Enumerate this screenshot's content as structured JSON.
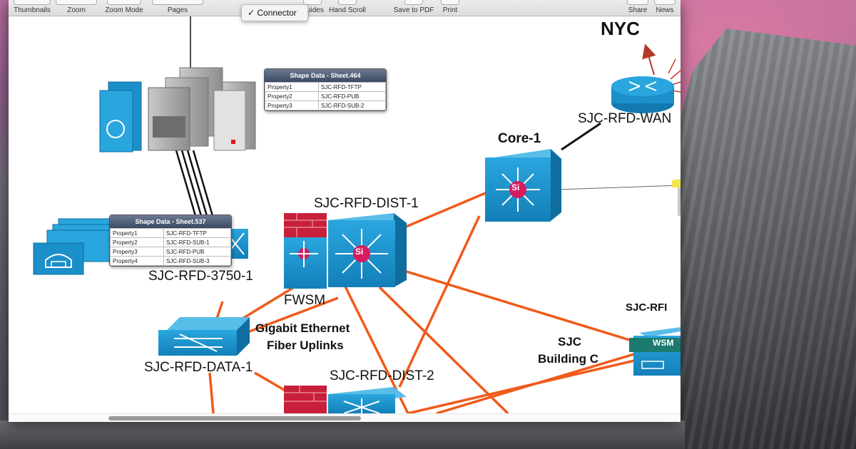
{
  "toolbar": {
    "thumbnails": "Thumbnails",
    "zoom": "Zoom",
    "zoom_mode": "Zoom Mode",
    "pages": "Pages",
    "guides": "Guides",
    "hand_scroll": "Hand Scroll",
    "save_pdf": "Save to PDF",
    "print": "Print",
    "share": "Share",
    "news": "News"
  },
  "popup": {
    "item": "✓ Connector"
  },
  "diagram": {
    "nyc": "NYC",
    "wan": "SJC-RFD-WAN",
    "core": "Core-1",
    "dist1": "SJC-RFD-DIST-1",
    "fwsm": "FWSM",
    "dist2": "SJC-RFD-DIST-2",
    "sw3750": "SJC-RFD-3750-1",
    "data1": "SJC-RFD-DATA-1",
    "uplinks1": "Gigabit Ethernet",
    "uplinks2": "Fiber Uplinks",
    "bldg1": "SJC",
    "bldg2": "Building C",
    "rfi": "SJC-RFI",
    "wsm": "WSM",
    "si": "Si"
  },
  "shape_data_464": {
    "title": "Shape Data - Sheet.464",
    "rows": [
      [
        "Property1",
        "SJC-RFD-TFTP"
      ],
      [
        "Property2",
        "SJC-RFD-PUB"
      ],
      [
        "Property3",
        "SJC-RFD-SUB-2"
      ]
    ]
  },
  "shape_data_537": {
    "title": "Shape Data - Sheet.537",
    "rows": [
      [
        "Property1",
        "SJC-RFD-TFTP"
      ],
      [
        "Property2",
        "SJC-RFD-SUB-1"
      ],
      [
        "Property3",
        "SJC-RFD-PUB"
      ],
      [
        "Property4",
        "SJC-RFD-SUB-3"
      ]
    ]
  },
  "colors": {
    "cisco_blue": "#1b8fc9",
    "link_orange": "#f05a1a",
    "firewall_red": "#c8203a",
    "nyc_arrow": "#b23a2a"
  }
}
